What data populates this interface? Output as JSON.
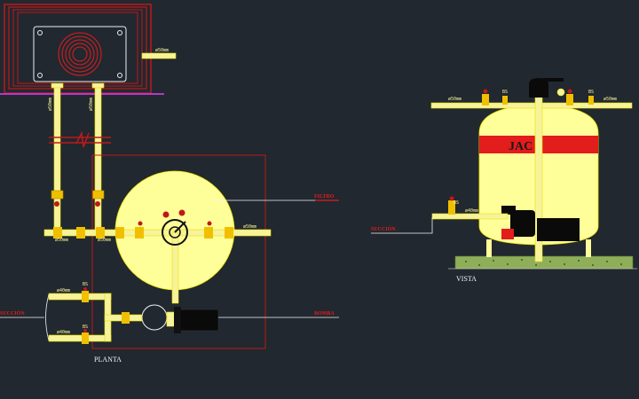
{
  "labels": {
    "filtro": "FILTRO",
    "bomba": "BOMBA",
    "succion_left": "SUCCIÓN",
    "succion_right": "SUCCIÓN",
    "planta": "PLANTA",
    "vista": "VISTA",
    "brand": "JAC",
    "pipe_size_a": "ø50mm",
    "pipe_size_b": "ø40mm",
    "valve_tag": "BS"
  },
  "colors": {
    "background": "#212830",
    "pipe_fill": "#f7f39a",
    "pipe_edge": "#e6e000",
    "tank_fill": "#ffff9a",
    "heater_red": "#e31c1c",
    "frame_red": "#c01818",
    "base_green": "#8fae5a",
    "leader": "#f2f2f2"
  }
}
